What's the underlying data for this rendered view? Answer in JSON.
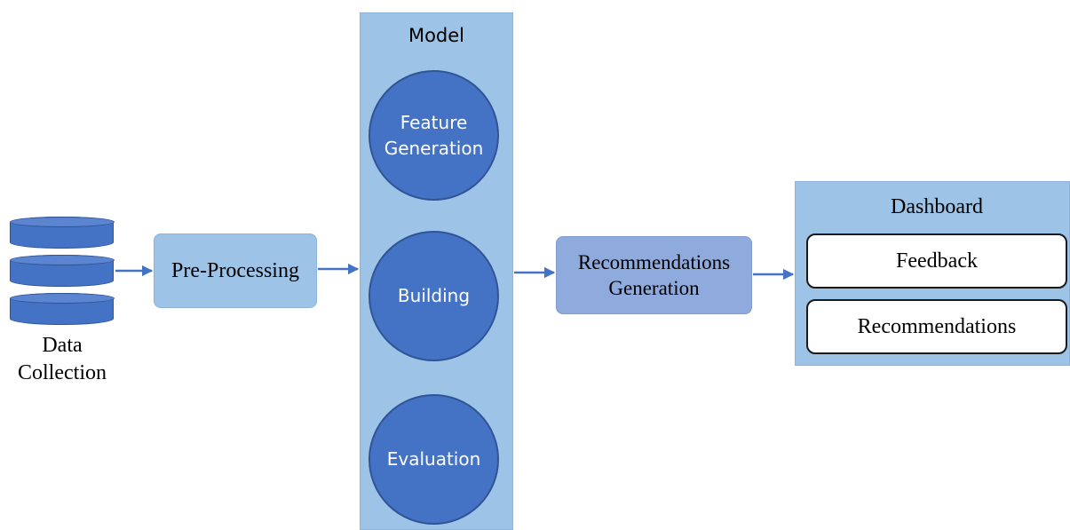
{
  "data_collection": {
    "label": "Data\nCollection"
  },
  "pre_processing": {
    "label": "Pre-Processing"
  },
  "model": {
    "title": "Model",
    "steps": [
      "Feature\nGeneration",
      "Building",
      "Evaluation"
    ]
  },
  "recommendations_generation": {
    "label": "Recommendations\nGeneration"
  },
  "dashboard": {
    "title": "Dashboard",
    "items": [
      "Feedback",
      "Recommendations"
    ]
  },
  "colors": {
    "dark_blue": "#4472c4",
    "light_blue": "#9dc3e6",
    "medium_blue": "#8faadc",
    "arrow": "#4472c4"
  }
}
